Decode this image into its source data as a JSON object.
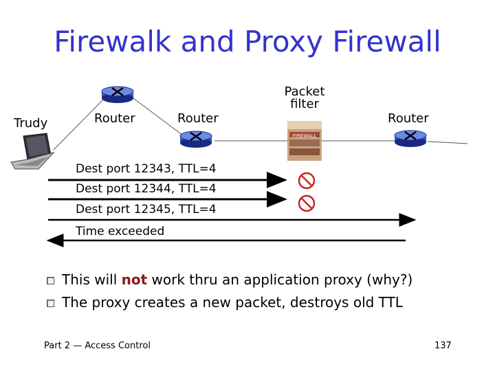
{
  "title": "Firewalk and Proxy Firewall",
  "labels": {
    "trudy": "Trudy",
    "router1": "Router",
    "router2": "Router",
    "packet_filter": "Packet filter",
    "router3": "Router",
    "firewall_sign": "FIREWALL"
  },
  "packets": [
    "Dest port 12343, TTL=4",
    "Dest port 12344, TTL=4",
    "Dest port 12345, TTL=4",
    "Time exceeded"
  ],
  "bullets": [
    {
      "before": "This will ",
      "emphasis": "not",
      "after": " work thru an application proxy (why?)"
    },
    {
      "before": "The proxy creates a new packet, destroys old TTL",
      "emphasis": "",
      "after": ""
    }
  ],
  "footer": {
    "left": "Part 2 — Access Control",
    "page": "137"
  },
  "colors": {
    "title": "#3333cc",
    "router": "#3355cc",
    "blocked": "#cc2222",
    "emphasis": "#8b1a1a"
  }
}
